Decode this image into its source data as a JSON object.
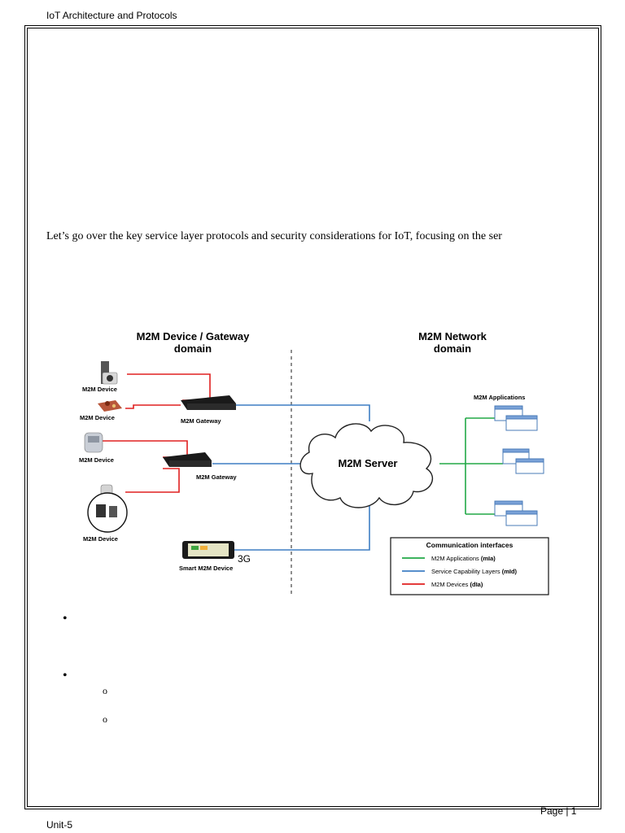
{
  "header": {
    "title": "IoT Architecture and Protocols"
  },
  "body": {
    "intro": "Let’s go over the key service layer protocols and security considerations for IoT, focusing on the ser",
    "bullets": [
      "•",
      "•"
    ],
    "sub_bullets": [
      "o",
      "o"
    ]
  },
  "diagram": {
    "left_domain": [
      "M2M Device / Gateway",
      "domain"
    ],
    "right_domain": [
      "M2M Network",
      "domain"
    ],
    "device_label": "M2M Device",
    "gateway_label": "M2M Gateway",
    "smart_device_label": "Smart M2M Device",
    "network_label": "3G",
    "server_label": "M2M Server",
    "applications_label": "M2M Applications",
    "legend": {
      "title": "Communication interfaces",
      "items": [
        {
          "label": "M2M Applications ",
          "suffix": "(mIa)",
          "color": "#22a847"
        },
        {
          "label": "Service Capability Layers ",
          "suffix": "(mId)",
          "color": "#3f7fc4"
        },
        {
          "label": "M2M Devices ",
          "suffix": "(dIa)",
          "color": "#e02020"
        }
      ]
    }
  },
  "footer": {
    "page": "Page | 1",
    "unit": "Unit-5"
  }
}
